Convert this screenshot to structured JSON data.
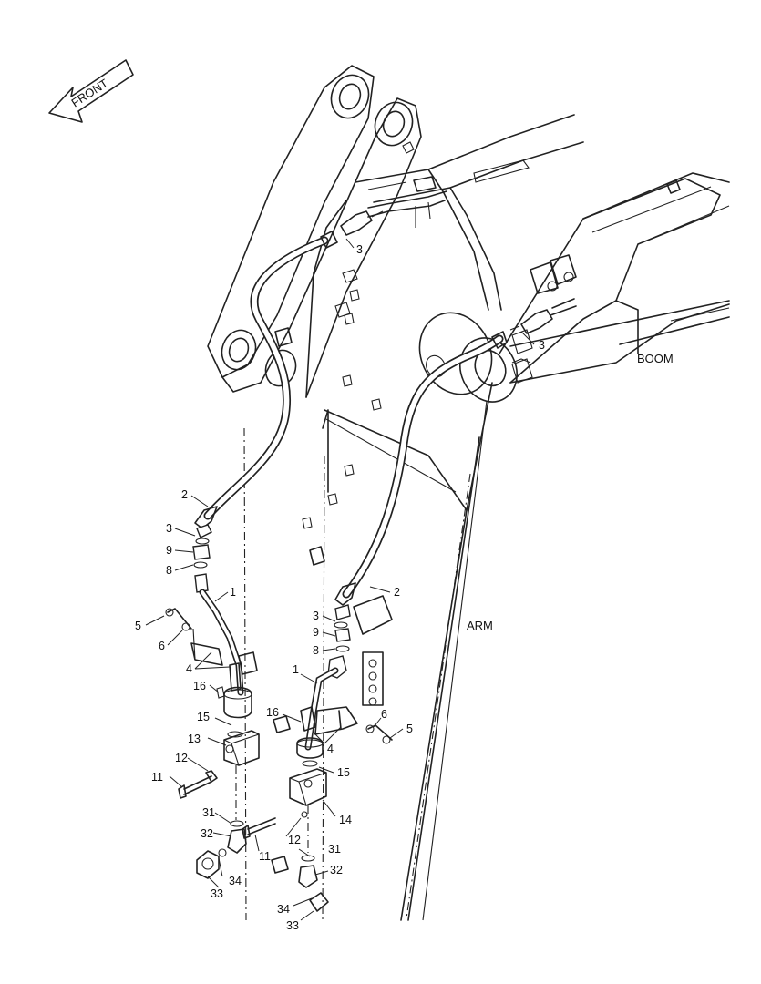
{
  "labels": {
    "front": "FRONT",
    "boom": "BOOM",
    "arm": "ARM"
  },
  "callouts": {
    "c1_left": "1",
    "c1_right": "1",
    "c2_left": "2",
    "c2_right": "2",
    "c3_top_left": "3",
    "c3_top_right": "3",
    "c3_left": "3",
    "c3_right": "3",
    "c4_left": "4",
    "c4_right": "4",
    "c5_left": "5",
    "c5_right": "5",
    "c6_left": "6",
    "c6_right": "6",
    "c8_left": "8",
    "c8_right": "8",
    "c9_left": "9",
    "c9_right": "9",
    "c11_left": "11",
    "c11_right": "11",
    "c12_left": "12",
    "c12_right": "12",
    "c13": "13",
    "c14": "14",
    "c15_left": "15",
    "c15_right": "15",
    "c16_left": "16",
    "c16_right": "16",
    "c31_left": "31",
    "c31_right": "31",
    "c32_left": "32",
    "c32_right": "32",
    "c33_left": "33",
    "c33_right": "33",
    "c34_left": "34",
    "c34_right": "34"
  }
}
